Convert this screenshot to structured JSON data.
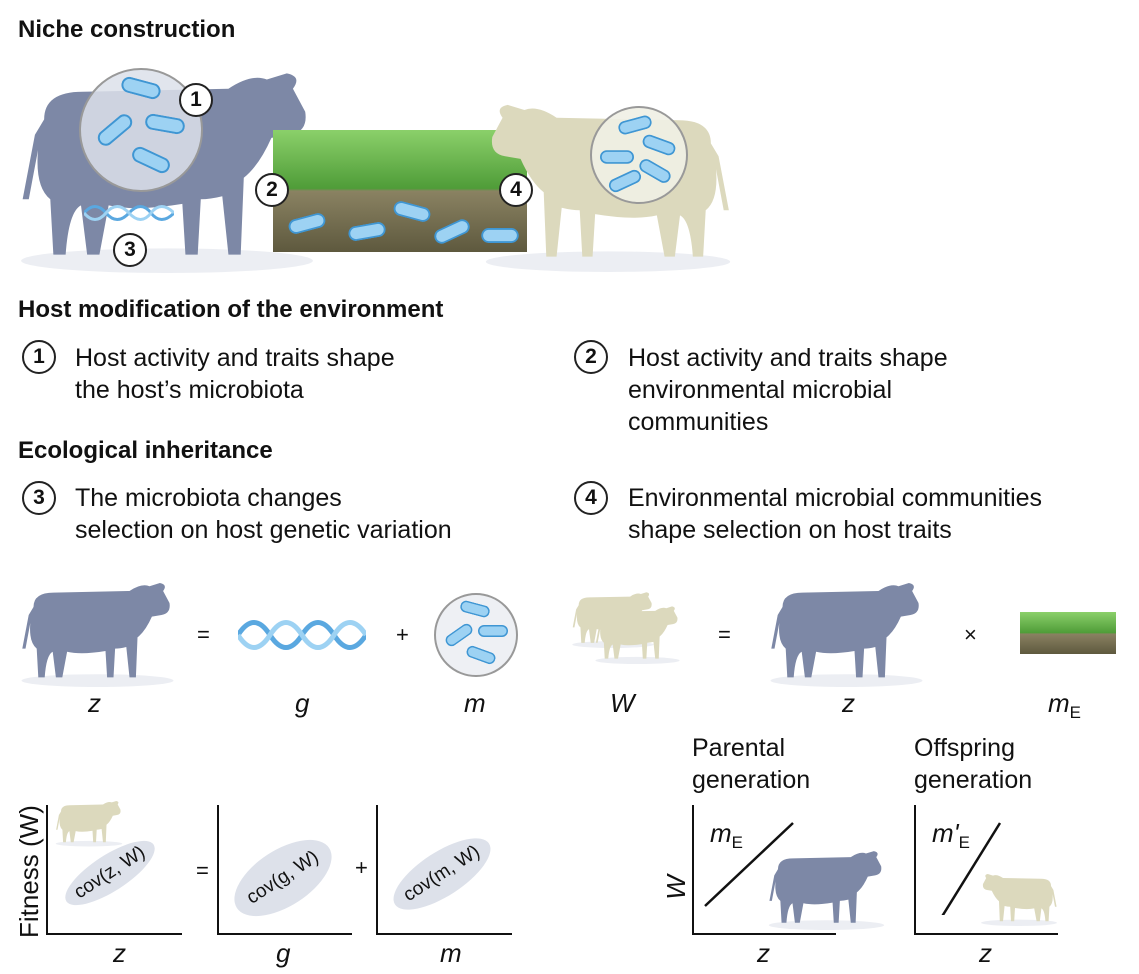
{
  "title": "Niche construction",
  "badges": [
    "1",
    "2",
    "3",
    "4"
  ],
  "sections": {
    "host_modification": {
      "heading": "Host modification of the environment",
      "items": [
        {
          "num": "1",
          "line1": "Host activity and traits shape",
          "line2": "the host’s microbiota",
          "line3": ""
        },
        {
          "num": "2",
          "line1": "Host activity and traits shape",
          "line2": "environmental microbial",
          "line3": "communities"
        }
      ]
    },
    "ecological_inheritance": {
      "heading": "Ecological inheritance",
      "items": [
        {
          "num": "3",
          "line1": "The microbiota changes",
          "line2": "selection on host genetic variation"
        },
        {
          "num": "4",
          "line1": "Environmental microbial communities",
          "line2": "shape selection on host traits"
        }
      ]
    }
  },
  "equations": {
    "phenotype": {
      "lhs": "z",
      "eq": "=",
      "g": "g",
      "plus": "+",
      "m": "m"
    },
    "fitness": {
      "lhs": "W",
      "eq": "=",
      "z": "z",
      "times": "×",
      "mE": "m",
      "mE_sub": "E"
    }
  },
  "covariance": {
    "ylabel": "Fitness (W)",
    "panels": [
      {
        "label": "cov(z, W)",
        "xlabel": "z"
      },
      {
        "label": "cov(g, W)",
        "xlabel": "g"
      },
      {
        "label": "cov(m, W)",
        "xlabel": "m"
      }
    ],
    "eq": "=",
    "plus": "+"
  },
  "generations": {
    "ylabel": "W",
    "panels": [
      {
        "title1": "Parental",
        "title2": "generation",
        "line_label": "m",
        "line_sub": "E",
        "xlabel": "z"
      },
      {
        "title1": "Offspring",
        "title2": "generation",
        "line_label": "m'",
        "line_sub": "E",
        "xlabel": "z"
      }
    ]
  },
  "colors": {
    "dark_cow": "#7d88a6",
    "light_cow": "#dcd9bd",
    "bacteria": "#8fcbf0",
    "grass": "#5fae45",
    "soil": "#6d6849"
  }
}
